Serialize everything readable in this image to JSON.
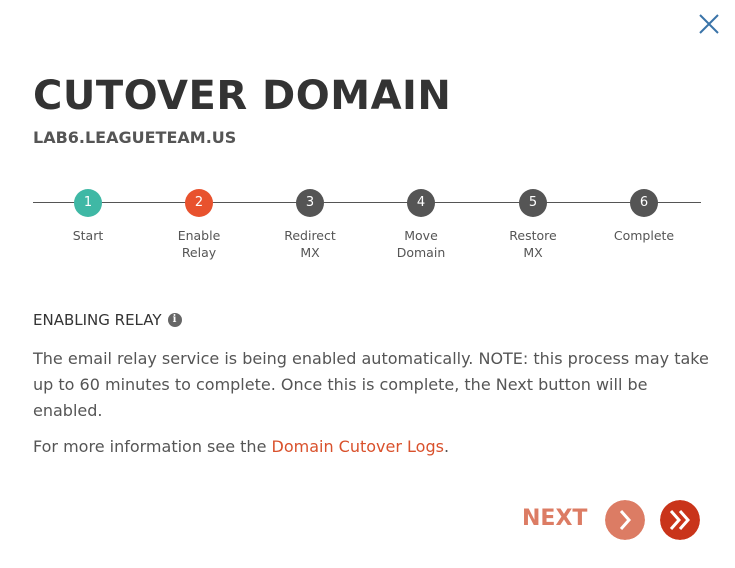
{
  "header": {
    "title": "CUTOVER DOMAIN",
    "subtitle": "LAB6.LEAGUETEAM.US",
    "close_icon": "close-icon"
  },
  "steps": [
    {
      "num": "1",
      "label1": "Start",
      "label2": "",
      "color": "#3fb8a5"
    },
    {
      "num": "2",
      "label1": "Enable",
      "label2": "Relay",
      "color": "#e8522e"
    },
    {
      "num": "3",
      "label1": "Redirect",
      "label2": "MX",
      "color": "#555555"
    },
    {
      "num": "4",
      "label1": "Move",
      "label2": "Domain",
      "color": "#555555"
    },
    {
      "num": "5",
      "label1": "Restore",
      "label2": "MX",
      "color": "#555555"
    },
    {
      "num": "6",
      "label1": "Complete",
      "label2": "",
      "color": "#555555"
    }
  ],
  "section": {
    "title": "ENABLING RELAY",
    "info_icon": "i",
    "body": "The email relay service is being enabled automatically. NOTE: this process may take up to 60 minutes to complete. Once this is complete, the Next button will be enabled.",
    "more_prefix": "For more information see the ",
    "more_link": "Domain Cutover Logs",
    "more_suffix": "."
  },
  "footer": {
    "next_label": "NEXT",
    "next_color": "#dc7c64",
    "skip_color": "#c9341a"
  }
}
